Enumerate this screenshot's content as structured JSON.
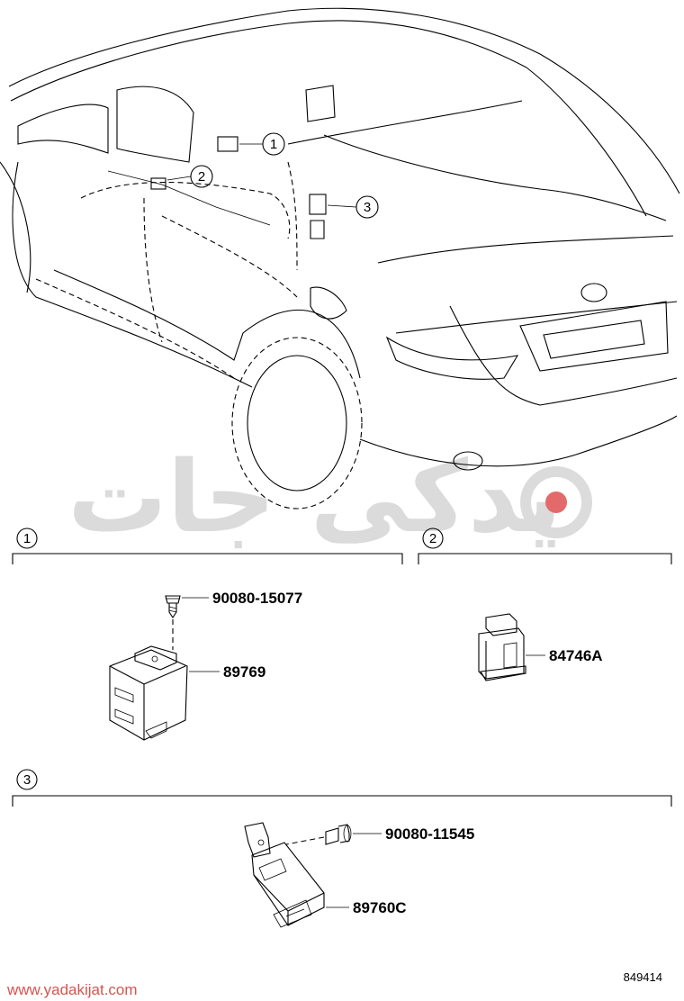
{
  "watermark": {
    "brand_text": "یدکی جات",
    "url": "www.yadakijat.com",
    "brand_color": "#e05a5a",
    "gray_color": "#d8d8d8"
  },
  "diagram_code": "849414",
  "overview_callouts": [
    "1",
    "2",
    "3"
  ],
  "sections": [
    {
      "number": "1",
      "parts": [
        {
          "part_number": "90080-15077",
          "description_icon": "screw-icon"
        },
        {
          "part_number": "89769",
          "description_icon": "control-module-icon"
        }
      ]
    },
    {
      "number": "2",
      "parts": [
        {
          "part_number": "84746A",
          "description_icon": "switch-connector-icon"
        }
      ]
    },
    {
      "number": "3",
      "parts": [
        {
          "part_number": "90080-11545",
          "description_icon": "bolt-icon"
        },
        {
          "part_number": "89760C",
          "description_icon": "receiver-module-icon"
        }
      ]
    }
  ]
}
